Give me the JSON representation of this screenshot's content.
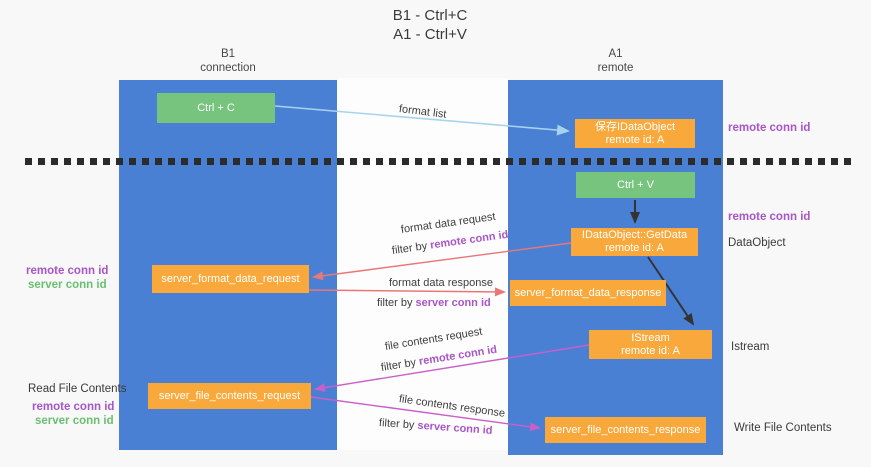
{
  "title": {
    "line1": "B1 - Ctrl+C",
    "line2": "A1 - Ctrl+V"
  },
  "lanes": {
    "left": {
      "name": "B1",
      "role": "connection"
    },
    "right": {
      "name": "A1",
      "role": "remote"
    }
  },
  "nodes": {
    "ctrl_c": {
      "label": "Ctrl + C"
    },
    "ctrl_v": {
      "label": "Ctrl + V"
    },
    "save_idataobject": {
      "line1": "保存IDataObject",
      "line2": "remote id: A"
    },
    "idataobject_getdata": {
      "line1": "IDataObject::GetData",
      "line2": "remote id: A"
    },
    "istream": {
      "line1": "IStream",
      "line2": "remote id: A"
    },
    "server_format_data_request": {
      "label": "server_format_data_request"
    },
    "server_format_data_response": {
      "label": "server_format_data_response"
    },
    "server_file_contents_request": {
      "label": "server_file_contents_request"
    },
    "server_file_contents_response": {
      "label": "server_file_contents_response"
    }
  },
  "flow_labels": {
    "format_list": "format list",
    "format_data_request": "format data request",
    "format_data_response": "format data response",
    "file_contents_request": "file contents request",
    "file_contents_response": "file contents response",
    "filter_by": "filter by",
    "remote_conn_id": "remote conn id",
    "server_conn_id": "server conn id"
  },
  "side_labels": {
    "remote_conn_id": "remote conn id",
    "server_conn_id": "server conn id",
    "dataobject": "DataObject",
    "istream": "Istream",
    "read_file_contents": "Read File Contents",
    "write_file_contents": "Write File Contents"
  },
  "colors": {
    "lane_blue": "#4a80d4",
    "node_orange": "#f9a83b",
    "key_green": "#76c47d",
    "purple_text": "#a855c8",
    "green_text": "#6abf72",
    "red_arrow": "#e97777",
    "magenta_arrow": "#c95fc9",
    "lightblue_arrow": "#a8d3ee",
    "black_arrow": "#333333",
    "divider": "#2b2b2b"
  }
}
